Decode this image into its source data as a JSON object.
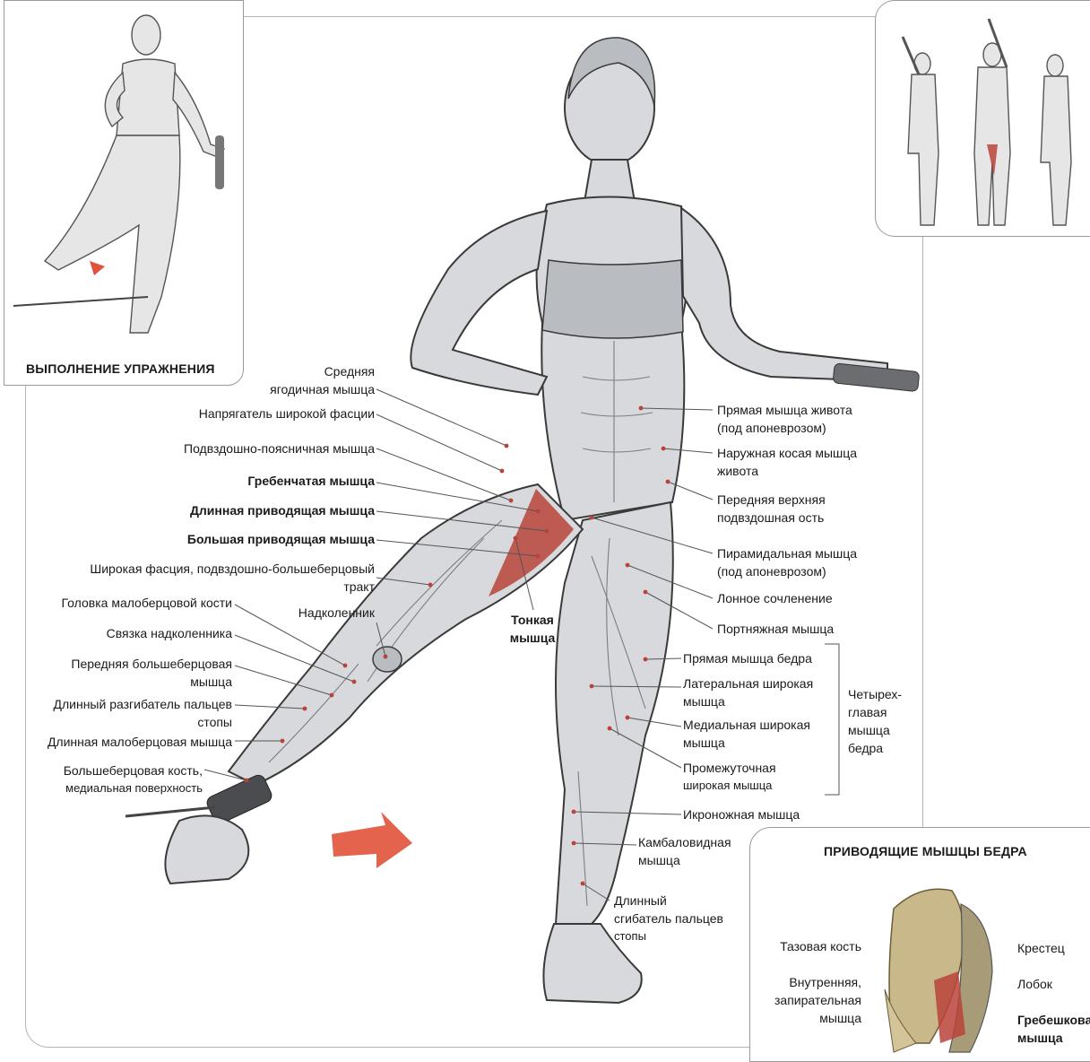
{
  "exercise_panel": {
    "title": "ВЫПОЛНЕНИЕ УПРАЖНЕНИЯ"
  },
  "adductor_panel": {
    "title": "ПРИВОДЯЩИЕ МЫШЦЫ БЕДРА",
    "labels": {
      "pelvis": "Тазовая кость",
      "sacrum": "Крестец",
      "pubis": "Лобок",
      "obturator_line1": "Внутренняя,",
      "obturator_line2": "запирательная",
      "obturator_line3": "мышца",
      "pectineus_line1": "Гребешковая",
      "pectineus_line2": "мышца"
    }
  },
  "left_labels": {
    "gluteus_medius_1": "Средняя",
    "gluteus_medius_2": "ягодичная мышца",
    "tensor_fasciae": "Напрягатель широкой фасции",
    "iliopsoas": "Подвздошно-поясничная мышца",
    "pectineus": "Гребенчатая мышца",
    "adductor_longus": "Длинная приводящая мышца",
    "adductor_magnus": "Большая приводящая мышца",
    "iliotibial_1": "Широкая фасция, подвздошно-большеберцовый",
    "iliotibial_2": "тракт",
    "fibula_head": "Головка малоберцовой кости",
    "patella": "Надколенник",
    "patellar_ligament": "Связка надколенника",
    "tibialis_anterior_1": "Передняя большеберцовая",
    "tibialis_anterior_2": "мышца",
    "ext_digitorum_1": "Длинный разгибатель пальцев",
    "ext_digitorum_2": "стопы",
    "peroneus_longus": "Длинная малоберцовая мышца",
    "tibia_1": "Большеберцовая кость,",
    "tibia_2": "медиальная поверхность",
    "gracilis_1": "Тонкая",
    "gracilis_2": "мышца"
  },
  "right_labels": {
    "rectus_abdominis_1": "Прямая мышца живота",
    "rectus_abdominis_2": "(под апоневрозом)",
    "external_oblique_1": "Наружная косая мышца",
    "external_oblique_2": "живота",
    "asis_1": "Передняя верхняя",
    "asis_2": "подвздошная ость",
    "pyramidalis_1": "Пирамидальная мышца",
    "pyramidalis_2": "(под апоневрозом)",
    "pubic_symphysis": "Лонное сочленение",
    "sartorius": "Портняжная мышца",
    "rectus_femoris": "Прямая мышца бедра",
    "vastus_lateralis_1": "Латеральная широкая",
    "vastus_lateralis_2": "мышца",
    "vastus_medialis_1": "Медиальная широкая",
    "vastus_medialis_2": "мышца",
    "vastus_intermedius_1": "Промежуточная",
    "vastus_intermedius_2": "широкая мышца",
    "quadriceps_1": "Четырех-",
    "quadriceps_2": "главая",
    "quadriceps_3": "мышца",
    "quadriceps_4": "бедра",
    "gastrocnemius": "Икроножная мышца",
    "soleus_1": "Камбаловидная",
    "soleus_2": "мышца",
    "flexor_digitorum_1": "Длинный",
    "flexor_digitorum_2": "сгибатель пальцев",
    "flexor_digitorum_3": "стопы"
  },
  "colors": {
    "highlight_muscle": "#b8433a",
    "arrow": "#e0523a",
    "line": "#555555"
  }
}
